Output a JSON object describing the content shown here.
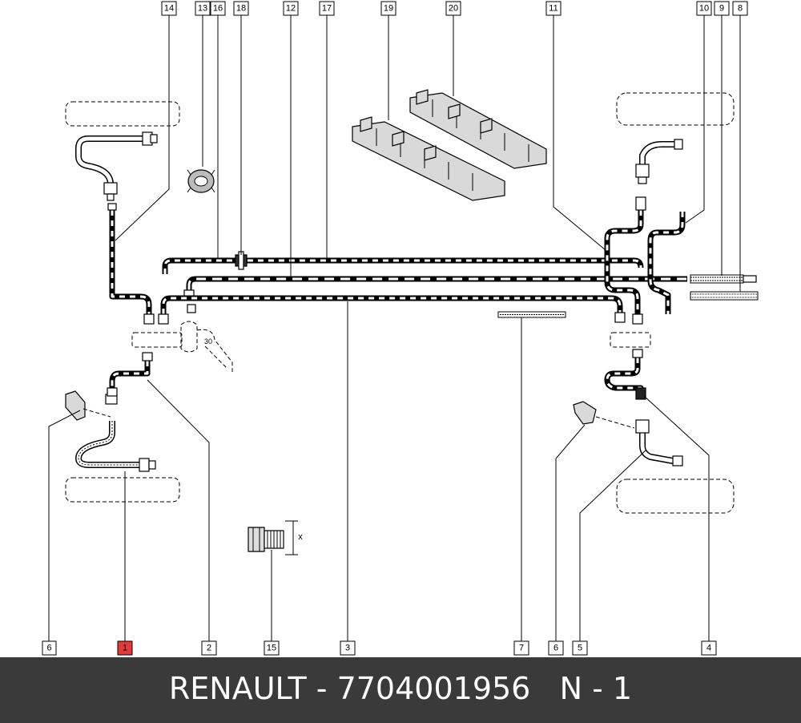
{
  "brand": "RENAULT",
  "part_number": "7704001956",
  "group": "N - 1",
  "highlight_color": "#e63a3a",
  "footer_bg": "#3a3a3a",
  "callouts": {
    "c1": "1",
    "c2": "2",
    "c3": "3",
    "c4": "4",
    "c5": "5",
    "c6a": "6",
    "c6b": "6",
    "c7": "7",
    "c8": "8",
    "c9": "9",
    "c10": "10",
    "c11": "11",
    "c12": "12",
    "c13": "13",
    "c14": "14",
    "c15": "15",
    "c16": "16",
    "c17": "17",
    "c18": "18",
    "c19": "19",
    "c20": "20"
  },
  "dimension_label": "x",
  "angle_label": "30"
}
